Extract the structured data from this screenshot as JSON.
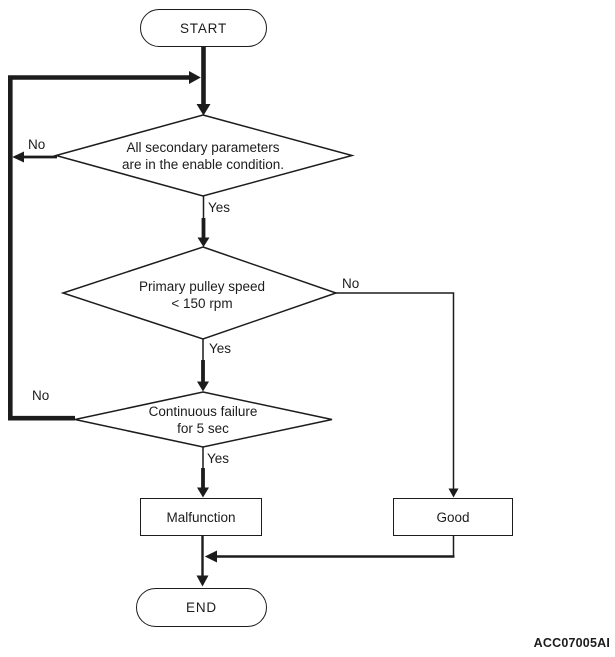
{
  "diagram": {
    "figure_code": "ACC07005AI",
    "colors": {
      "line": "#1c1c1c",
      "background": "#ffffff"
    },
    "nodes": {
      "start": {
        "label": "START"
      },
      "end": {
        "label": "END"
      },
      "decision1": {
        "line1": "All secondary parameters",
        "line2": "are in the enable condition."
      },
      "decision2": {
        "line1": "Primary pulley speed",
        "line2": "< 150 rpm"
      },
      "decision3": {
        "line1": "Continuous failure",
        "line2": "for 5 sec"
      },
      "malfunction": {
        "label": "Malfunction"
      },
      "good": {
        "label": "Good"
      }
    },
    "branches": {
      "decision1": {
        "no": "No",
        "yes": "Yes"
      },
      "decision2": {
        "no": "No",
        "yes": "Yes"
      },
      "decision3": {
        "no": "No",
        "yes": "Yes"
      }
    }
  }
}
